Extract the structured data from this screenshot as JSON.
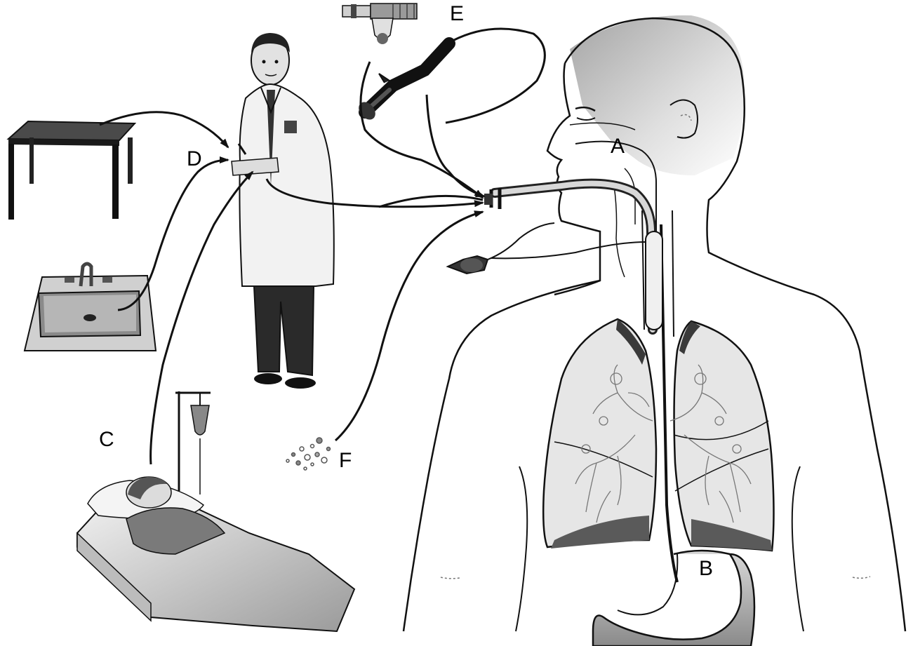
{
  "labels": {
    "a": "A",
    "b": "B",
    "c": "C",
    "d": "D",
    "e": "E",
    "f": "F"
  },
  "colors": {
    "ink": "#111111",
    "skin_shade": "#c9c9c9",
    "lung_fill": "#e6e6e6",
    "lung_dark": "#5a5a5a",
    "coat": "#f2f2f2",
    "trousers": "#2a2a2a",
    "background": "#ffffff"
  },
  "icons": {
    "table": "table-icon",
    "sink": "sink-icon",
    "clinician": "clinician-icon",
    "patient_bed": "patient-in-bed-icon",
    "iv_stand": "iv-drip-stand-icon",
    "ventilator_circuit": "ventilator-circuit-icon",
    "bronchoscope": "bronchoscope-icon",
    "droplets": "aerosol-droplets-icon",
    "endotracheal_tube": "endotracheal-tube-icon",
    "suction_catheter": "suction-catheter-icon",
    "patient_anatomy": "patient-anatomy-icon",
    "lungs": "lungs-icon",
    "stomach": "stomach-icon"
  }
}
